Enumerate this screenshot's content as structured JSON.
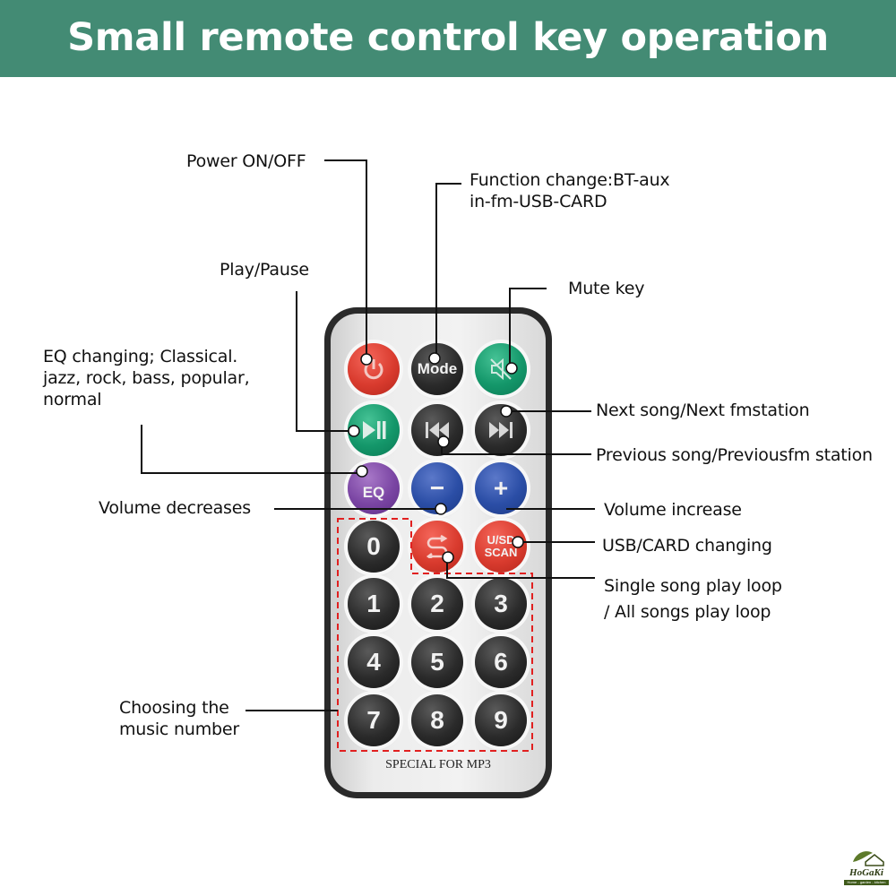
{
  "header": {
    "title": "Small remote control key operation instructions"
  },
  "colors": {
    "banner": "#438b74",
    "dash_highlight": "#e12020",
    "remote_body": "#2a2a2a"
  },
  "labels": {
    "power": "Power ON/OFF",
    "function_line1": "Function change:BT-aux",
    "function_line2": "in-fm-USB-CARD",
    "play_pause": "Play/Pause",
    "mute": "Mute key",
    "eq_line1": "EQ changing;  Classical.",
    "eq_line2": "jazz, rock, bass, popular,",
    "eq_line3": "normal",
    "next": "Next song/Next fmstation",
    "previous": "Previous song/Previousfm station",
    "volume_down": "Volume decreases",
    "volume_up": "Volume increase",
    "usb_card": "USB/CARD changing",
    "loop_line1": "Single song play loop",
    "loop_line2": "/ All songs play loop",
    "number_line1": "Choosing the",
    "number_line2": "music number"
  },
  "remote": {
    "brand_text": "SPECIAL FOR MP3",
    "buttons": {
      "power": {
        "icon": "power-icon",
        "color": "red"
      },
      "mode": {
        "label": "Mode",
        "color": "black"
      },
      "mute": {
        "icon": "mute-speaker-icon",
        "color": "green"
      },
      "play_pause": {
        "icon": "play-pause-icon",
        "color": "green"
      },
      "previous": {
        "icon": "previous-track-icon",
        "color": "black"
      },
      "next": {
        "icon": "next-track-icon",
        "color": "black"
      },
      "eq": {
        "label": "EQ",
        "color": "purple"
      },
      "volume_down": {
        "label": "−",
        "color": "blue"
      },
      "volume_up": {
        "label": "+",
        "color": "blue"
      },
      "zero": {
        "label": "0"
      },
      "loop": {
        "icon": "loop-icon",
        "color": "red"
      },
      "scan_line1": "U/SD",
      "scan_line2": "SCAN",
      "digits": [
        "1",
        "2",
        "3",
        "4",
        "5",
        "6",
        "7",
        "8",
        "9"
      ]
    }
  },
  "logo": {
    "name": "HoGaKi",
    "tagline": "Home - garden - kitchen"
  }
}
